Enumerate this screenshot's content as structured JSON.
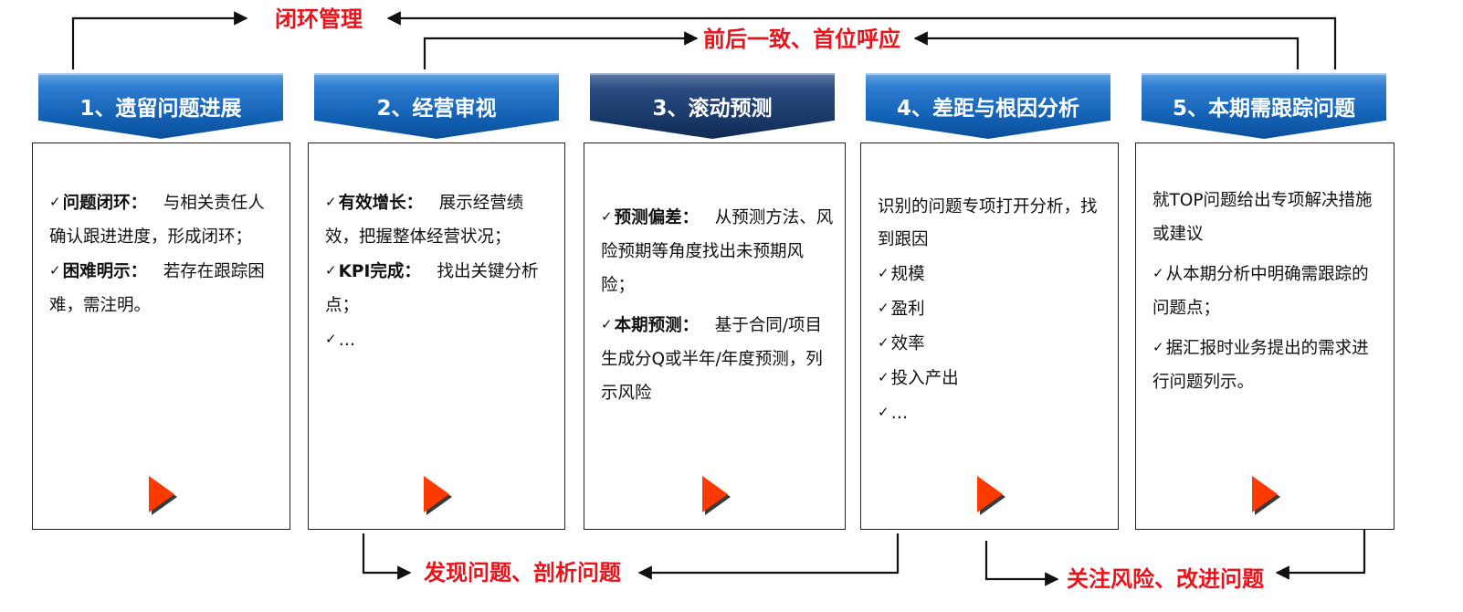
{
  "loops": {
    "top_outer": "闭环管理",
    "top_inner": "前后一致、首位呼应",
    "bottom_left": "发现问题、剖析问题",
    "bottom_right": "关注风险、改进问题"
  },
  "colors": {
    "header_blue": "#1464b8",
    "header_navy": "#1a3a6b",
    "accent_red": "#e8141b",
    "play_orange": "#ff3a00"
  },
  "tick_glyph": "✓",
  "steps": [
    {
      "title": "1、遗留问题进展",
      "items": [
        {
          "bold": "问题闭环：",
          "text": "与相关责任人确认跟进进度，形成闭环；"
        },
        {
          "bold": "困难明示：",
          "text": "若存在跟踪困难，需注明。"
        }
      ]
    },
    {
      "title": "2、经营审视",
      "items": [
        {
          "bold": "有效增长：",
          "text": "展示经营绩效，把握整体经营状况；"
        },
        {
          "bold": "KPI完成：",
          "text": "找出关键分析点；"
        },
        {
          "text": "…"
        }
      ]
    },
    {
      "title": "3、滚动预测",
      "items": [
        {
          "bold": "预测偏差：",
          "text": "从预测方法、风险预期等角度找出未预期风险；"
        },
        {
          "bold": "本期预测：",
          "text": "基于合同/项目生成分Q或半年/年度预测，列示风险"
        }
      ]
    },
    {
      "title": "4、差距与根因分析",
      "intro": "识别的问题专项打开分析，找到跟因",
      "items": [
        {
          "text": "规模"
        },
        {
          "text": "盈利"
        },
        {
          "text": "效率"
        },
        {
          "text": "投入产出"
        },
        {
          "text": "…"
        }
      ]
    },
    {
      "title": "5、本期需跟踪问题",
      "intro": "就TOP问题给出专项解决措施或建议",
      "items": [
        {
          "text": "从本期分析中明确需跟踪的问题点；"
        },
        {
          "text": "据汇报时业务提出的需求进行问题列示。"
        }
      ]
    }
  ]
}
